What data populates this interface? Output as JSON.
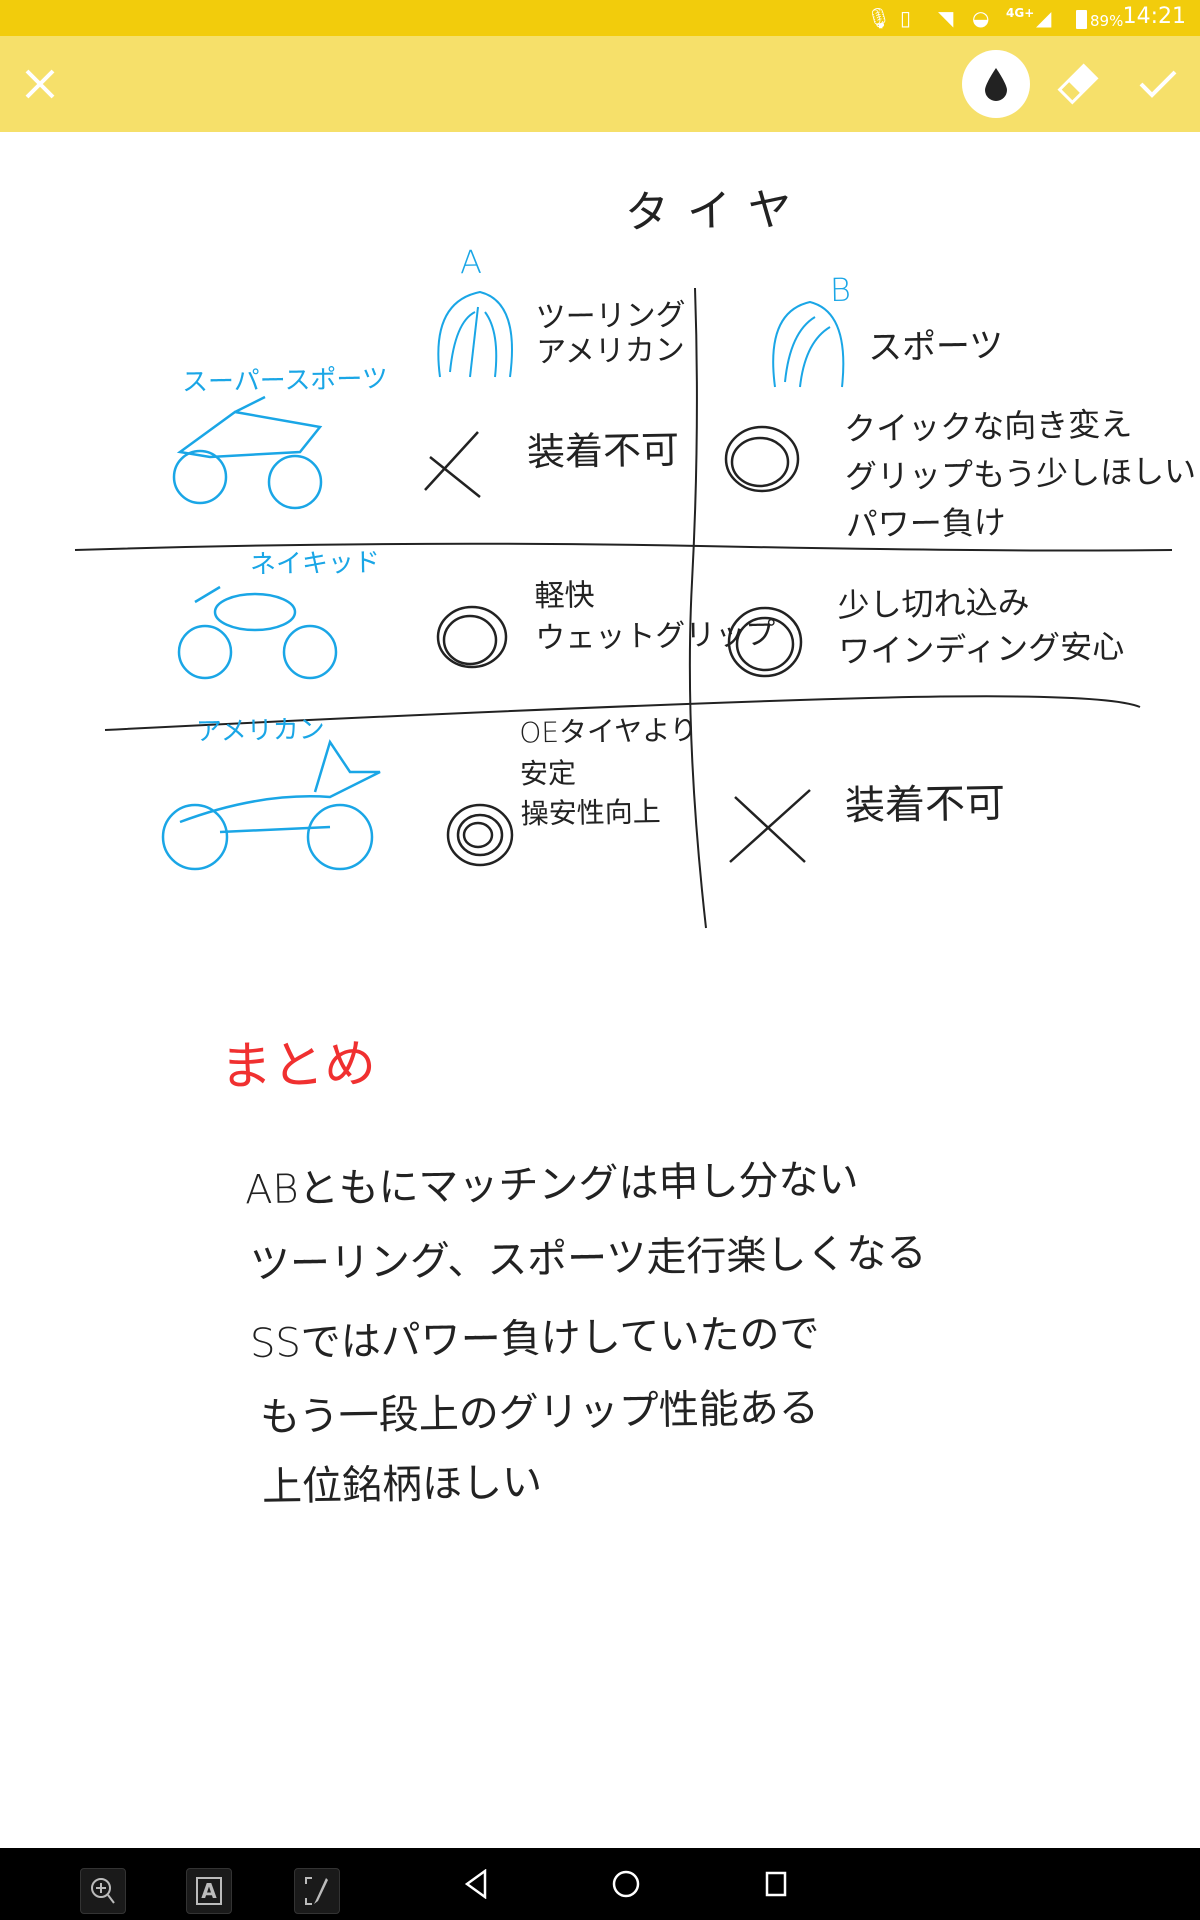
{
  "status_bar": {
    "time": "14:21",
    "battery": "89%",
    "network": "4G+"
  },
  "note": {
    "title": "タイヤ",
    "column_a": {
      "letter": "A",
      "label": "ツーリング\nアメリカン"
    },
    "column_b": {
      "letter": "B",
      "label": "スポーツ"
    },
    "rows": [
      {
        "bike": "スーパースポーツ",
        "a_mark": "×",
        "a_text": "装着不可",
        "b_mark": "○",
        "b_text": "クイックな向き変え\nグリップもう少しほしい\nパワー負け"
      },
      {
        "bike": "ネイキッド",
        "a_mark": "○",
        "a_text": "軽快\nウェットグリップ",
        "b_mark": "○",
        "b_text": "少し切れ込み\nワインディング安心"
      },
      {
        "bike": "アメリカン",
        "a_mark": "◎",
        "a_text": "OEタイヤより\n安定\n操安性向上",
        "b_mark": "×",
        "b_text": "装着不可"
      }
    ],
    "summary_title": "まとめ",
    "summary_lines": [
      "ABともにマッチングは申し分ない",
      "ツーリング、スポーツ走行楽しくなる",
      "SSではパワー負けしていたので",
      "もう一段上のグリップ性能ある",
      "上位銘柄ほしい"
    ]
  },
  "colors": {
    "status_bar": "#f2cc0c",
    "toolbar": "#f6e06a",
    "ink_blue": "#1aa6e6",
    "ink_red": "#f03030",
    "ink_black": "#222222"
  }
}
